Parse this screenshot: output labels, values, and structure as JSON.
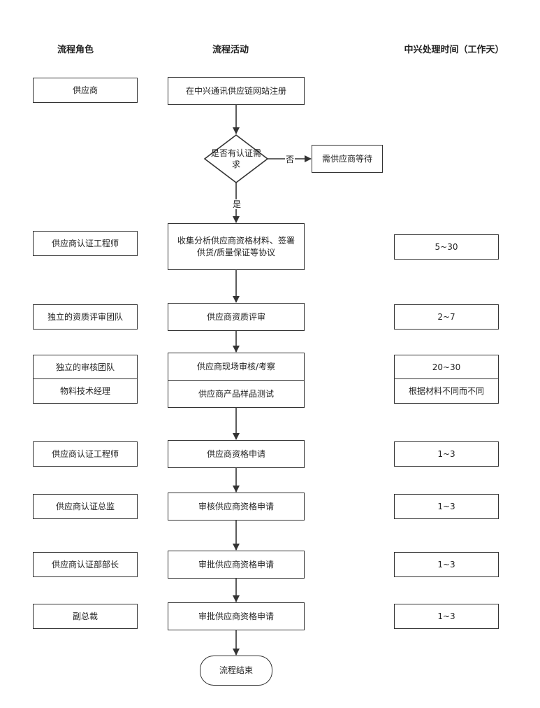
{
  "headers": {
    "role": "流程角色",
    "activity": "流程活动",
    "time": "中兴处理时间（工作天）"
  },
  "steps": [
    {
      "role": "供应商",
      "activity": "在中兴通讯供应链网站注册",
      "time": ""
    },
    {
      "role": "供应商认证工程师",
      "activity": "收集分析供应商资格材料、签署供货/质量保证等协议",
      "time": "5~30"
    },
    {
      "role": "独立的资质评审团队",
      "activity": "供应商资质评审",
      "time": "2~7"
    },
    {
      "role": "独立的审核团队",
      "activity": "供应商现场审核/考察",
      "time": "20~30"
    },
    {
      "role": "物料技术经理",
      "activity": "供应商产品样品测试",
      "time": "根据材料不同而不同"
    },
    {
      "role": "供应商认证工程师",
      "activity": "供应商资格申请",
      "time": "1~3"
    },
    {
      "role": "供应商认证总监",
      "activity": "审核供应商资格申请",
      "time": "1~3"
    },
    {
      "role": "供应商认证部部长",
      "activity": "审批供应商资格申请",
      "time": "1~3"
    },
    {
      "role": "副总裁",
      "activity": "审批供应商资格申请",
      "time": "1~3"
    }
  ],
  "decision": {
    "question": "是否有认证需求",
    "yes_label": "是",
    "no_label": "否",
    "no_target": "需供应商等待"
  },
  "end_label": "流程结束"
}
